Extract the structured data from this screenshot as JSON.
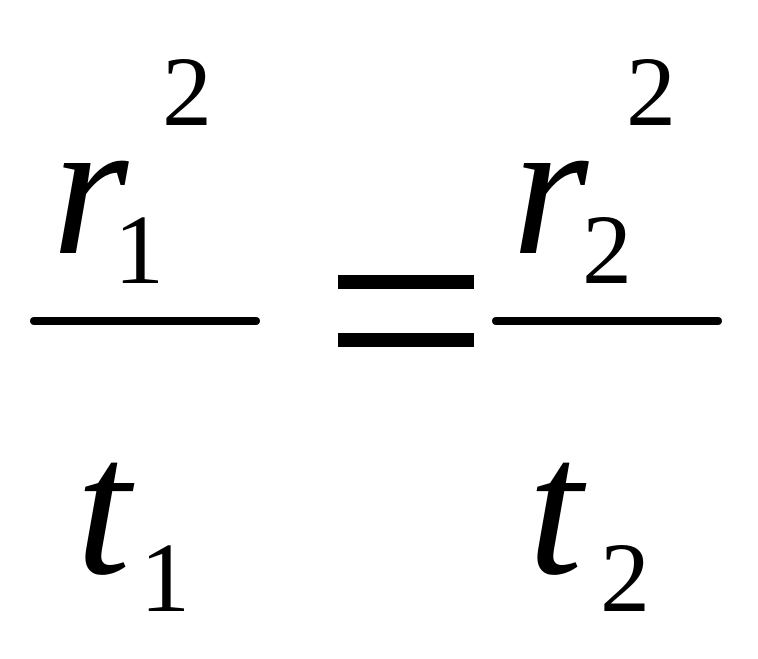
{
  "equation": {
    "left": {
      "numerator": {
        "var": "r",
        "subscript": "1",
        "exponent": "2"
      },
      "denominator": {
        "var": "t",
        "subscript": "1"
      }
    },
    "relation": "=",
    "right": {
      "numerator": {
        "var": "r",
        "subscript": "2",
        "exponent": "2"
      },
      "denominator": {
        "var": "t",
        "subscript": "2"
      }
    }
  }
}
